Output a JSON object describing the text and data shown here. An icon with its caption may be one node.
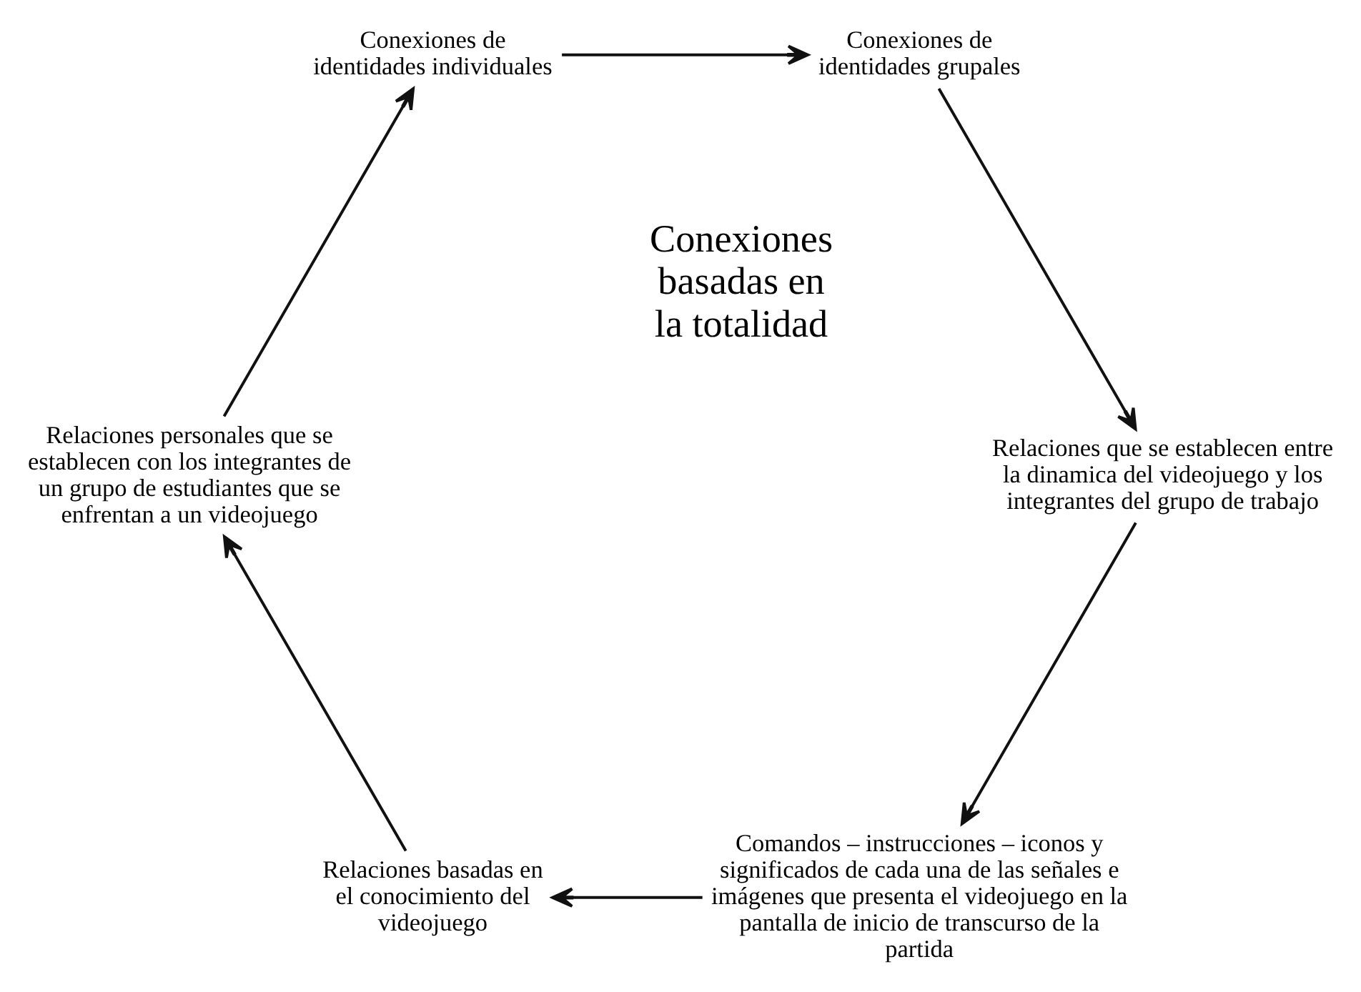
{
  "diagram": {
    "nodes": [
      {
        "text": [
          "Comandos – instrucciones – iconos y significados de cada una de las señales e imágenes que presenta el videojuego en la pantalla de inicio de transcurso de la partida"
        ]
      },
      {
        "text": [
          "Relaciones basadas en el conocimiento del videojuego"
        ]
      },
      {
        "text": [
          "Relaciones personales que se establecen con los integrantes de un grupo de estudiantes que se enfrentan a un videojuego"
        ]
      },
      {
        "text": [
          "Conexiones de identidades individuales"
        ]
      },
      {
        "text": [
          "Conexiones de identidades grupales"
        ]
      },
      {
        "text": [
          "Relaciones que se establecen entre la dinamica del videojuego y los integrantes del grupo de trabajo"
        ]
      }
    ],
    "edges": [
      {
        "from": 0,
        "to": 1,
        "arrow": "to"
      },
      {
        "from": 1,
        "to": 2,
        "arrow": "to"
      },
      {
        "from": 2,
        "to": 3,
        "arrow": "to"
      },
      {
        "from": 3,
        "to": 4,
        "arrow": "to"
      },
      {
        "from": 4,
        "to": 5,
        "arrow": "to"
      },
      {
        "from": 5,
        "to": 0,
        "arrow": "to"
      }
    ],
    "labels": [
      "Conexiones basadas en la totalidad"
    ]
  }
}
